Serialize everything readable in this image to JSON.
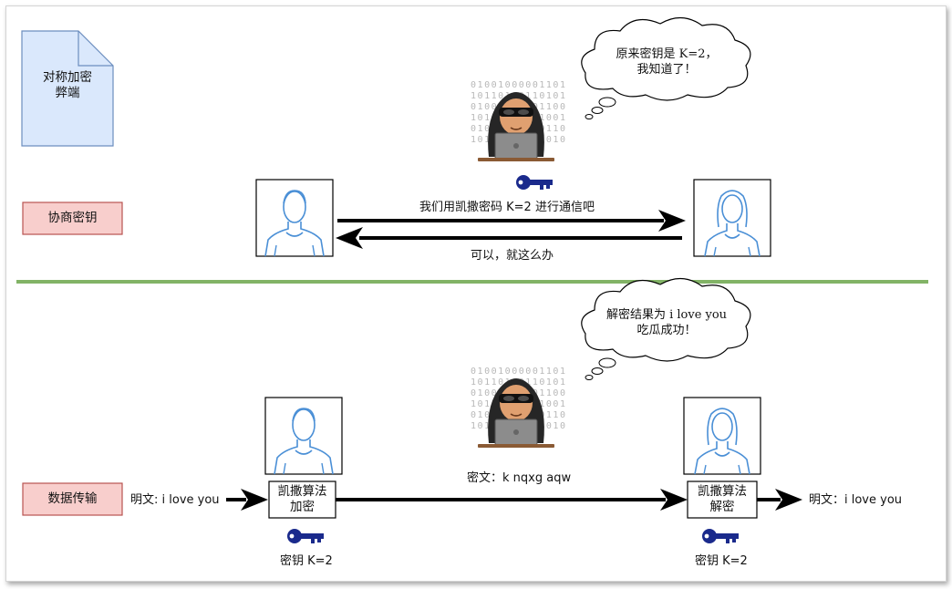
{
  "doc": {
    "title_line1": "对称加密",
    "title_line2": "弊端"
  },
  "section1": {
    "tag": "协商密钥",
    "message_to_right": "我们用凯撒密码 K=2 进行通信吧",
    "message_to_left": "可以，就这么办",
    "eve_thought_line1": "原来密钥是 K=2，",
    "eve_thought_line2": "我知道了！"
  },
  "section2": {
    "tag": "数据传输",
    "plaintext_in": "明文: i love you",
    "encrypt_line1": "凯撒算法",
    "encrypt_line2": "加密",
    "ciphertext": "密文：k nqxg aqw",
    "decrypt_line1": "凯撒算法",
    "decrypt_line2": "解密",
    "plaintext_out": "明文：i love you",
    "key_left": "密钥 K=2",
    "key_right": "密钥 K=2",
    "eve_thought_line1": "解密结果为 i love you",
    "eve_thought_line2": "吃瓜成功！"
  },
  "hacker_binary_rows": [
    "01001000001101",
    "10110100110101",
    "01001011101100",
    "10110100001001",
    "01001011000110",
    "10101000101010"
  ],
  "colors": {
    "doc_fill": "#dae8fc",
    "doc_stroke": "#6c8ebf",
    "tag_fill": "#f8cecc",
    "tag_stroke": "#b85450",
    "divider": "#82b366",
    "key": "#1a2a8c",
    "user_line": "#4a8fd6"
  }
}
